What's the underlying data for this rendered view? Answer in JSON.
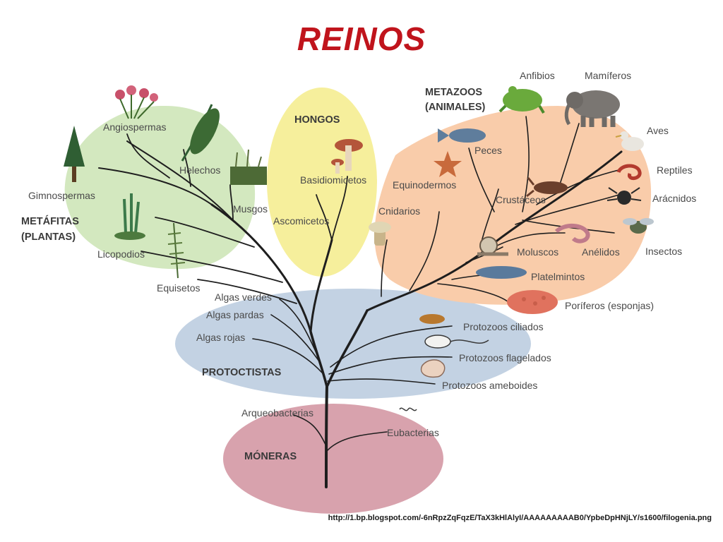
{
  "title": "REINOS",
  "source_url": "http://1.bp.blogspot.com/-6nRpzZqFqzE/TaX3kHlAlyI/AAAAAAAAAB0/YpbeDpHNjLY/s1600/filogenia.png",
  "kingdoms": {
    "metafitas": [
      "METÁFITAS",
      "(PLANTAS)"
    ],
    "hongos": "HONGOS",
    "metazoos": [
      "METAZOOS",
      "(ANIMALES)"
    ],
    "protoctistas": "PROTOCTISTAS",
    "moneras": "MÓNERAS"
  },
  "plants": {
    "angiospermas": "Angiospermas",
    "helechos": "Helechos",
    "gimnospermas": "Gimnospermas",
    "musgos": "Musgos",
    "licopodios": "Licopodios",
    "equisetos": "Equisetos"
  },
  "fungi": {
    "basidiomicetos": "Basidiomicetos",
    "ascomicetos": "Ascomicetos"
  },
  "animals": {
    "anfibios": "Anfibios",
    "mamiferos": "Mamíferos",
    "aves": "Aves",
    "peces": "Peces",
    "reptiles": "Reptiles",
    "equinodermos": "Equinodermos",
    "crustaceos": "Crustáceos",
    "aracnidos": "Arácnidos",
    "cnidarios": "Cnidarios",
    "insectos": "Insectos",
    "moluscos": "Moluscos",
    "anelidos": "Anélidos",
    "platelmintos": "Platelmintos",
    "poriferos": "Poríferos (esponjas)"
  },
  "protists": {
    "algas_verdes": "Algas verdes",
    "algas_pardas": "Algas pardas",
    "algas_rojas": "Algas rojas",
    "ciliados": "Protozoos ciliados",
    "flagelados": "Protozoos flagelados",
    "ameboides": "Protozoos ameboides"
  },
  "monera": {
    "arqueobacterias": "Arqueobacterias",
    "eubacterias": "Eubacterias"
  },
  "colors": {
    "title": "#c0141c",
    "plants_region": "#d3e8bf",
    "fungi_region": "#f6ef9c",
    "animals_region": "#f9ccaa",
    "protists_region": "#c3d2e3",
    "monera_region": "#d8a2ad"
  }
}
